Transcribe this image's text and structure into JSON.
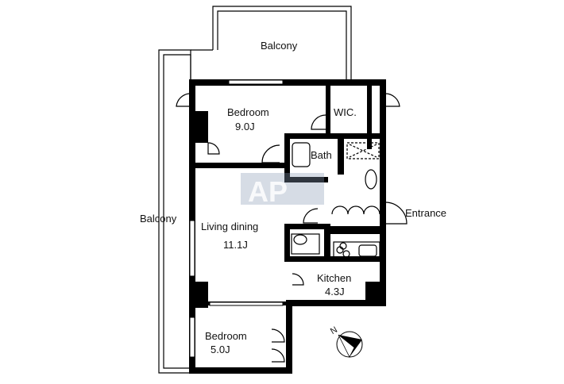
{
  "plan": {
    "rooms": [
      {
        "name": "Bedroom",
        "size": "9.0J"
      },
      {
        "name": "WIC.",
        "size": ""
      },
      {
        "name": "Bath",
        "size": ""
      },
      {
        "name": "Living dining",
        "size": "11.1J"
      },
      {
        "name": "Kitchen",
        "size": "4.3J"
      },
      {
        "name": "Bedroom",
        "size": "5.0J"
      }
    ],
    "balcony_top": "Balcony",
    "balcony_left": "Balcony",
    "entrance": "Entrance",
    "compass_label": "N",
    "watermark": "AP"
  }
}
